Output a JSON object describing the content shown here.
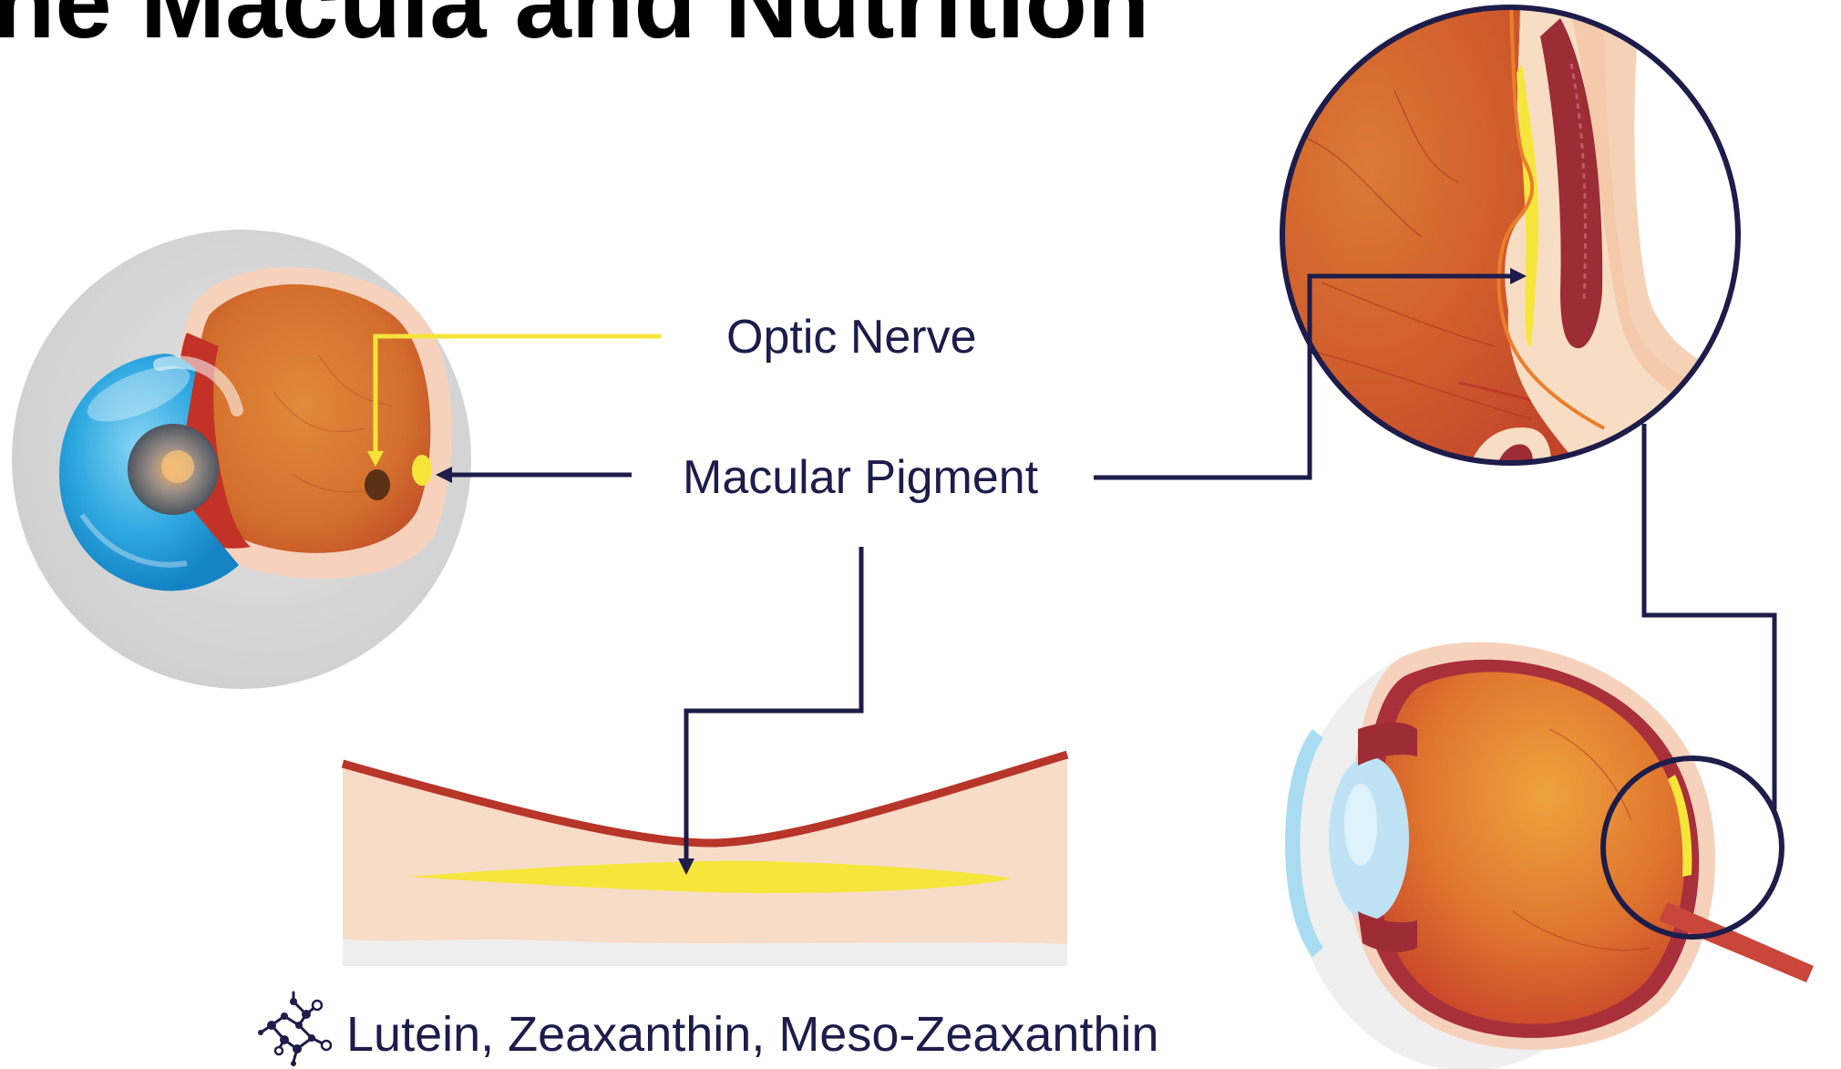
{
  "slide": {
    "title": "he Macula and Nutrition"
  },
  "labels": {
    "optic_nerve": "Optic Nerve",
    "macular_pigment": "Macular Pigment",
    "carotenoids": "Lutein, Zeaxanthin, Meso-Zeaxanthin"
  },
  "icons": {
    "molecule": "molecule-icon"
  },
  "colors": {
    "leader_dark": "#1d1c4a",
    "leader_yellow": "#f5e33b",
    "pigment_yellow": "#f6e63c",
    "retina_orange": "#d8742e",
    "lens_blue": "#2da9e1",
    "tissue_pink": "#f7dcc8",
    "vessel_red": "#b8352a"
  }
}
